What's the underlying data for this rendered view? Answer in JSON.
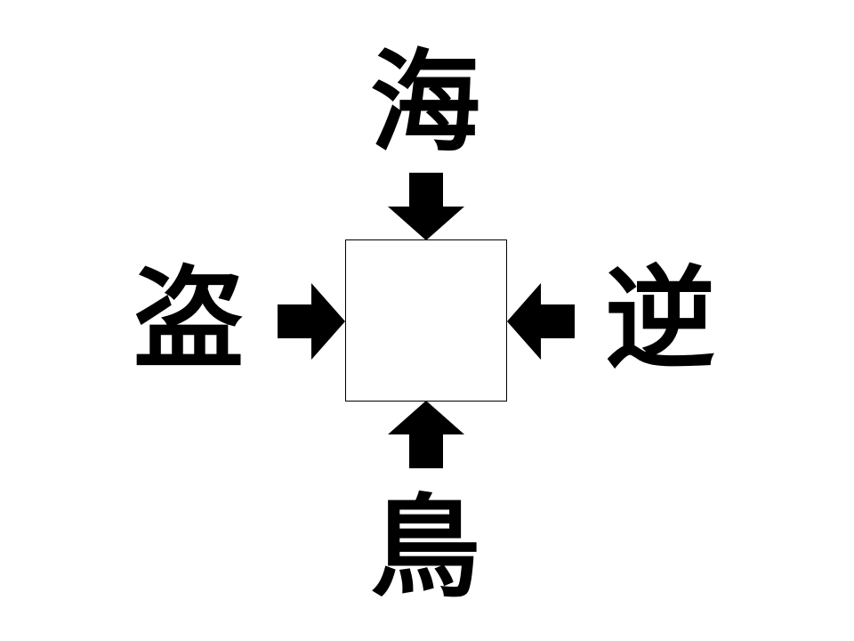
{
  "puzzle": {
    "top_kanji": "海",
    "left_kanji": "盗",
    "right_kanji": "逆",
    "bottom_kanji": "鳥",
    "answer": ""
  },
  "colors": {
    "ink": "#000000",
    "background": "#ffffff"
  },
  "icons": {
    "top": "arrow-down-icon",
    "bottom": "arrow-up-icon",
    "left": "arrow-right-icon",
    "right": "arrow-left-icon"
  }
}
